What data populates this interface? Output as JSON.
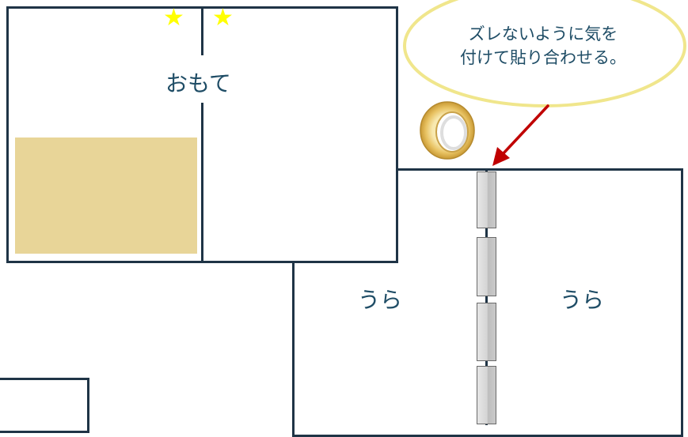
{
  "front_label": "おもて",
  "back_label_left": "うら",
  "back_label_right": "うら",
  "callout": {
    "line1": "ズレないように気を",
    "line2": "付けて貼り合わせる。"
  },
  "colors": {
    "outline": "#1f3446",
    "text": "#1f4d66",
    "star": "#ffff00",
    "sticker": "#e8d598",
    "callout_border": "#f0e68c",
    "arrow": "#c00000"
  },
  "icons": [
    "star-icon",
    "tape-roll-icon",
    "arrow-icon"
  ]
}
